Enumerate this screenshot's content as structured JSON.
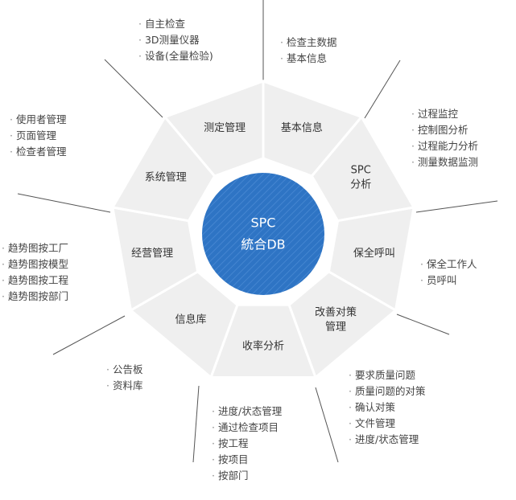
{
  "center": {
    "line1": "SPC",
    "line2": "統合DB"
  },
  "segments": [
    {
      "id": "basic-info",
      "lines": [
        "基本信息"
      ]
    },
    {
      "id": "spc-analysis",
      "lines": [
        "SPC",
        "分析"
      ]
    },
    {
      "id": "call",
      "lines": [
        "保全呼叫"
      ]
    },
    {
      "id": "improvement",
      "lines": [
        "改善对策",
        "管理"
      ]
    },
    {
      "id": "yield",
      "lines": [
        "收率分析"
      ]
    },
    {
      "id": "info-library",
      "lines": [
        "信息库"
      ]
    },
    {
      "id": "management",
      "lines": [
        "经营管理"
      ]
    },
    {
      "id": "system",
      "lines": [
        "系统管理"
      ]
    },
    {
      "id": "measurement",
      "lines": [
        "测定管理"
      ]
    }
  ],
  "groups": {
    "basic_info": [
      "检查主数据",
      "基本信息"
    ],
    "spc": [
      "过程监控",
      "控制图分析",
      "过程能力分析",
      "测量数据监测"
    ],
    "call": [
      "保全工作人",
      "员呼叫"
    ],
    "improvement": [
      "要求质量问题",
      "质量问题的对策",
      "确认对策",
      "文件管理",
      "进度/状态管理"
    ],
    "yield": [
      "进度/状态管理",
      "通过检查项目",
      "按工程",
      "按项目",
      "按部门"
    ],
    "info_library": [
      "公告板",
      "资料库"
    ],
    "management": [
      "趋势图按工厂",
      "趋势图按模型",
      "趋势图按工程",
      "趋势图按部门"
    ],
    "system": [
      "使用者管理",
      "页面管理",
      "检查者管理"
    ],
    "measurement": [
      "自主检查",
      "3D测量仪器",
      "设备(全量检验)"
    ]
  },
  "colors": {
    "segment_fill": "#efefef",
    "segment_stroke": "#ffffff",
    "center_fill": "#2e74c4",
    "center_stripe": "#4a8ad4",
    "line": "#555555"
  }
}
